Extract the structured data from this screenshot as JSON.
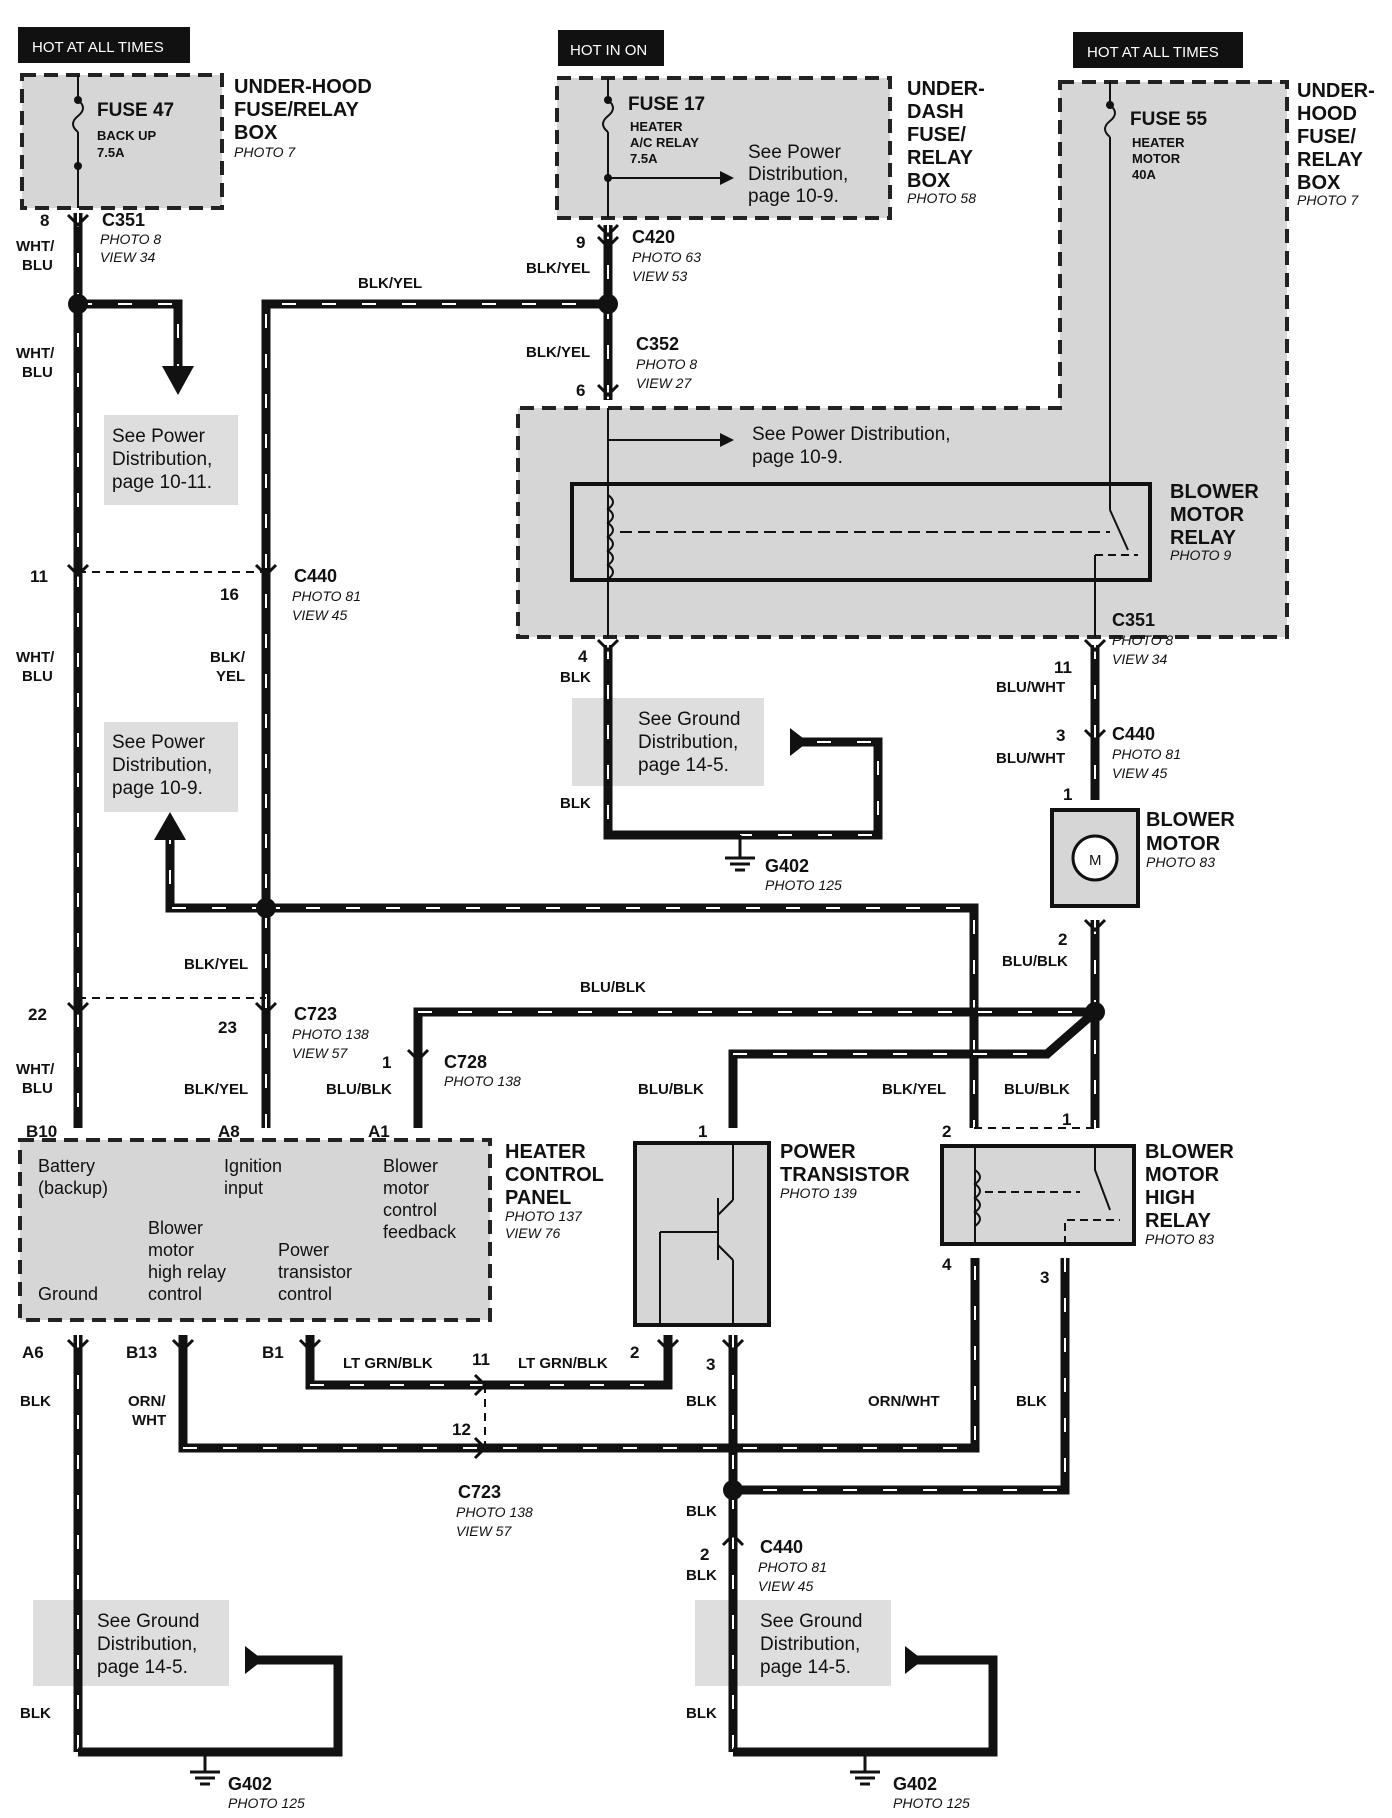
{
  "tags": {
    "hot_always_1": "HOT AT ALL TIMES",
    "hot_in_on": "HOT IN ON",
    "hot_always_2": "HOT AT ALL TIMES"
  },
  "fuse47": {
    "name": "FUSE 47",
    "line1": "BACK UP",
    "line2": "7.5A"
  },
  "fuse17": {
    "name": "FUSE 17",
    "line1": "HEATER",
    "line2": "A/C RELAY",
    "line3": "7.5A"
  },
  "fuse55": {
    "name": "FUSE 55",
    "line1": "HEATER",
    "line2": "MOTOR",
    "line3": "40A"
  },
  "box_underhood_1": {
    "l1": "UNDER-HOOD",
    "l2": "FUSE/RELAY",
    "l3": "BOX",
    "photo": "PHOTO 7"
  },
  "box_underdash": {
    "l1": "UNDER-",
    "l2": "DASH",
    "l3": "FUSE/",
    "l4": "RELAY",
    "l5": "BOX",
    "photo": "PHOTO 58"
  },
  "box_underhood_2": {
    "l1": "UNDER-",
    "l2": "HOOD",
    "l3": "FUSE/",
    "l4": "RELAY",
    "l5": "BOX",
    "photo": "PHOTO 7"
  },
  "notes": {
    "pd_109_a": {
      "l1": "See Power",
      "l2": "Distribution,",
      "l3": "page 10-9."
    },
    "pd_1011": {
      "l1": "See Power",
      "l2": "Distribution,",
      "l3": "page 10-11."
    },
    "pd_109_b": {
      "l1": "See Power Distribution,",
      "l2": "page 10-9."
    },
    "pd_109_c": {
      "l1": "See Power",
      "l2": "Distribution,",
      "l3": "page 10-9."
    },
    "gd_a": {
      "l1": "See Ground",
      "l2": "Distribution,",
      "l3": "page 14-5."
    },
    "gd_b": {
      "l1": "See Ground",
      "l2": "Distribution,",
      "l3": "page 14-5."
    },
    "gd_c": {
      "l1": "See Ground",
      "l2": "Distribution,",
      "l3": "page 14-5."
    }
  },
  "connectors": {
    "c351_left": {
      "name": "C351",
      "photo": "PHOTO 8",
      "view": "VIEW 34"
    },
    "c420": {
      "name": "C420",
      "photo": "PHOTO 63",
      "view": "VIEW 53"
    },
    "c352": {
      "name": "C352",
      "photo": "PHOTO 8",
      "view": "VIEW 27"
    },
    "c440_top": {
      "name": "C440",
      "photo": "PHOTO 81",
      "view": "VIEW 45"
    },
    "c351_right": {
      "name": "C351",
      "photo": "PHOTO 8",
      "view": "VIEW 34"
    },
    "c440_right": {
      "name": "C440",
      "photo": "PHOTO 81",
      "view": "VIEW 45"
    },
    "c723_top": {
      "name": "C723",
      "photo": "PHOTO 138",
      "view": "VIEW 57"
    },
    "c728": {
      "name": "C728",
      "photo": "PHOTO 138"
    },
    "c723_bottom": {
      "name": "C723",
      "photo": "PHOTO 138",
      "view": "VIEW 57"
    },
    "c440_bottom": {
      "name": "C440",
      "photo": "PHOTO 81",
      "view": "VIEW 45"
    }
  },
  "components": {
    "blower_motor_relay": {
      "l1": "BLOWER",
      "l2": "MOTOR",
      "l3": "RELAY",
      "photo": "PHOTO 9"
    },
    "blower_motor": {
      "l1": "BLOWER",
      "l2": "MOTOR",
      "photo": "PHOTO 83",
      "symbol": "M"
    },
    "heater_control_panel": {
      "l1": "HEATER",
      "l2": "CONTROL",
      "l3": "PANEL",
      "photo": "PHOTO 137",
      "view": "VIEW 76"
    },
    "power_transistor": {
      "l1": "POWER",
      "l2": "TRANSISTOR",
      "photo": "PHOTO 139"
    },
    "blower_motor_high_relay": {
      "l1": "BLOWER",
      "l2": "MOTOR",
      "l3": "HIGH",
      "l4": "RELAY",
      "photo": "PHOTO 83"
    }
  },
  "panel_text": {
    "battery": "Battery",
    "backup": "(backup)",
    "ignition": "Ignition",
    "input": "input",
    "blower1": "Blower",
    "motor1": "motor",
    "control1": "control",
    "feedback": "feedback",
    "blower2": "Blower",
    "motor2": "motor",
    "highrelay": "high relay",
    "control2": "control",
    "power": "Power",
    "transistor": "transistor",
    "control3": "control",
    "ground": "Ground"
  },
  "grounds": {
    "g402_top": {
      "name": "G402",
      "photo": "PHOTO 125"
    },
    "g402_bl": {
      "name": "G402",
      "photo": "PHOTO 125"
    },
    "g402_br": {
      "name": "G402",
      "photo": "PHOTO 125"
    }
  },
  "pins": {
    "p8": "8",
    "p9": "9",
    "p6": "6",
    "p11a": "11",
    "p16": "16",
    "p4": "4",
    "p11b": "11",
    "p3": "3",
    "p1a": "1",
    "p2a": "2",
    "p22": "22",
    "p23": "23",
    "p1b": "1",
    "pb10": "B10",
    "pa8": "A8",
    "pa1": "A1",
    "p1c": "1",
    "p2b": "2",
    "p1d": "1",
    "p4b": "4",
    "p3b": "3",
    "pa6": "A6",
    "pb13": "B13",
    "pb1": "B1",
    "p11c": "11",
    "p2c": "2",
    "p3c": "3",
    "p12": "12",
    "p2d": "2"
  },
  "wires": {
    "w1": "WHT/",
    "w1b": "BLU",
    "w2": "WHT/",
    "w2b": "BLU",
    "w3": "WHT/",
    "w3b": "BLU",
    "w4": "WHT/",
    "w4b": "BLU",
    "blkyel_top": "BLK/YEL",
    "blkyel_c420": "BLK/YEL",
    "blkyel_c352": "BLK/YEL",
    "blk_yel_16a": "BLK/",
    "blk_yel_16b": "YEL",
    "blkyel_mid": "BLK/YEL",
    "blkyel_a8": "BLK/YEL",
    "blk_4": "BLK",
    "blk_g": "BLK",
    "bluwht_1": "BLU/WHT",
    "bluwht_2": "BLU/WHT",
    "blublk_2": "BLU/BLK",
    "blublk_top": "BLU/BLK",
    "blublk_a1": "BLU/BLK",
    "blublk_pt": "BLU/BLK",
    "blkyel_relay": "BLK/YEL",
    "blublk_relay": "BLU/BLK",
    "ltgrnblk_1": "LT GRN/BLK",
    "ltgrnblk_2": "LT GRN/BLK",
    "blk_a6": "BLK",
    "orn_a": "ORN/",
    "orn_b": "WHT",
    "blk_pt": "BLK",
    "ornwht": "ORN/WHT",
    "blk_relay": "BLK",
    "blk_c440a": "BLK",
    "blk_c440b": "BLK",
    "blk_gl": "BLK",
    "blk_gr": "BLK"
  }
}
